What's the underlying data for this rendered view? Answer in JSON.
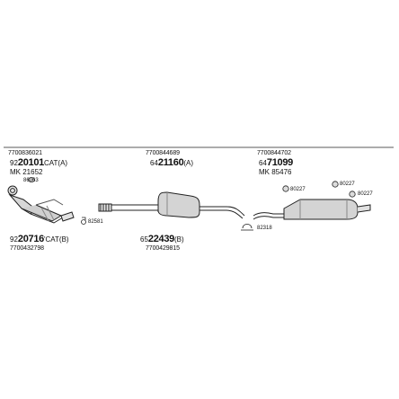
{
  "parts": {
    "catalyst_top": {
      "ref": "7700836021",
      "pn_prefix": "92",
      "pn_main": "20101",
      "pn_suffix": "CAT(A)",
      "alt": "MK 21652"
    },
    "front_pipe_top": {
      "ref": "7700844689",
      "pn_prefix": "64",
      "pn_main": "21160",
      "pn_suffix": "(A)"
    },
    "rear_silencer": {
      "ref": "7700844702",
      "pn_prefix": "64",
      "pn_main": "71099",
      "alt": "MK 85476"
    },
    "catalyst_bottom": {
      "pn_prefix": "92",
      "pn_main": "20716",
      "pn_suffix": "'CAT(B)",
      "ref": "7700432798"
    },
    "center_pipe_bottom": {
      "pn_prefix": "65",
      "pn_main": "22439",
      "pn_suffix": "(B)",
      "ref": "7700429815"
    }
  },
  "fittings": {
    "gasket_left": "86063",
    "clamp_mid": "82581",
    "hanger_a": "80227",
    "hanger_b": "80227",
    "hanger_c": "80227",
    "clamp_right": "82318"
  }
}
